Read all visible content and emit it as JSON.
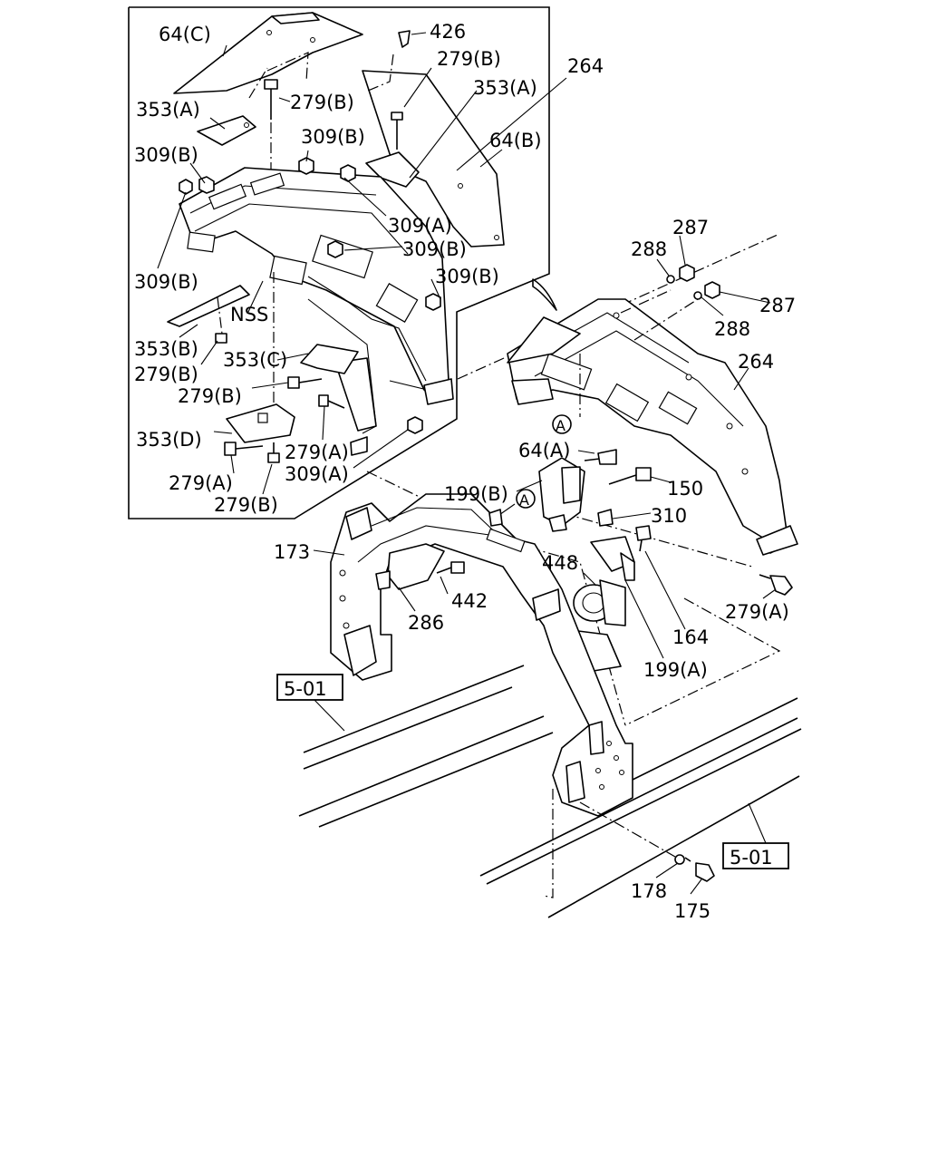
{
  "labels": {
    "inset": [
      "64(C)",
      "426",
      "279(B)",
      "264",
      "353(A)",
      "279(B)",
      "353(A)",
      "309(B)",
      "64(B)",
      "309(B)",
      "309(A)",
      "309(B)",
      "309(B)",
      "309(B)",
      "NSS",
      "353(B)",
      "353(C)",
      "279(B)",
      "279(B)",
      "353(D)",
      "279(A)",
      "309(A)",
      "279(A)",
      "279(B)"
    ],
    "main": [
      "287",
      "288",
      "287",
      "288",
      "264",
      "64(A)",
      "150",
      "199(B)",
      "310",
      "173",
      "448",
      "442",
      "286",
      "164",
      "279(A)",
      "199(A)",
      "178",
      "175"
    ],
    "circle_refs": [
      "A",
      "A"
    ],
    "page_refs": [
      "5-01",
      "5-01"
    ]
  }
}
